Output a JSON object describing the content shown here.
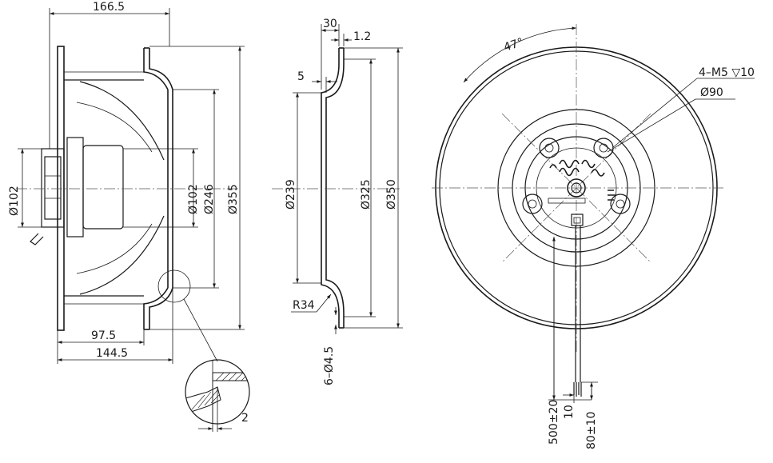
{
  "side_view": {
    "overall_width": "166.5",
    "hub_diameter": "Ø102",
    "inlet_diameter": "Ø102",
    "wheel_diameter_246": "Ø246",
    "outer_diameter_355": "Ø355",
    "depth_97_5": "97.5",
    "depth_144_5": "144.5",
    "detail_gap": "2"
  },
  "section_view": {
    "dim_30": "30",
    "dim_1_2": "1.2",
    "dim_5": "5",
    "diameter_239": "Ø239",
    "diameter_325": "Ø325",
    "diameter_350": "Ø350",
    "radius": "R34",
    "holes": "6–Ø4.5"
  },
  "front_view": {
    "angle": "47°",
    "thread": "4–M5 ▽10",
    "bolt_circle": "Ø90",
    "cable_length": "500±20",
    "strip_10": "10",
    "lead_80": "80±10"
  }
}
